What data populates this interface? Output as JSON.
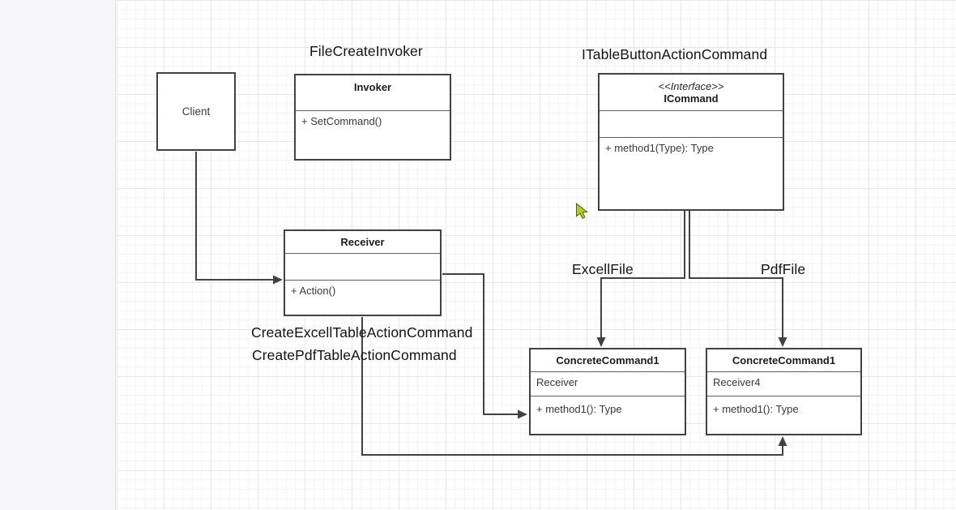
{
  "theme": {
    "panel_color": "#f7f7f9",
    "panel_border_color": "#dcdce0",
    "canvas_color": "#ffffff",
    "grid_minor_color": "#f4f4f6",
    "grid_major_color": "#e8e8ea",
    "stroke_color": "#424242",
    "divider_color": "#5e5e5e",
    "text_color": "#1a1a1a",
    "cursor_fill": "#b5cc21",
    "cursor_stroke": "#55600f"
  },
  "annotations": {
    "invoker_note": "FileCreateInvoker",
    "interface_note": "ITableButtonActionCommand",
    "excel_edge_label": "ExcellFile",
    "pdf_edge_label": "PdfFile",
    "excel_command_note": "CreateExcellTableActionCommand",
    "pdf_command_note": "CreatePdfTableActionCommand"
  },
  "nodes": {
    "client": {
      "title": "Client"
    },
    "invoker": {
      "title": "Invoker",
      "methods": [
        "+ SetCommand()"
      ]
    },
    "icommand": {
      "stereotype": "<<Interface>>",
      "title": "ICommand",
      "methods": [
        "+ method1(Type): Type"
      ]
    },
    "receiver": {
      "title": "Receiver",
      "methods": [
        "+ Action()"
      ]
    },
    "concrete_excel": {
      "title": "ConcreteCommand1",
      "fields": [
        "Receiver"
      ],
      "methods": [
        "+ method1(): Type"
      ]
    },
    "concrete_pdf": {
      "title": "ConcreteCommand1",
      "fields": [
        "Receiver4"
      ],
      "methods": [
        "+ method1(): Type"
      ]
    }
  }
}
